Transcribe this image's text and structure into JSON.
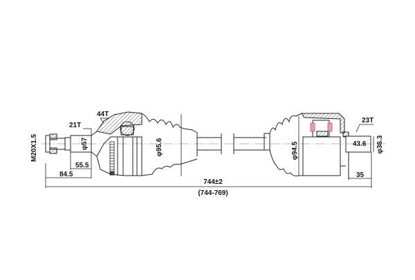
{
  "drawing": {
    "subject": "CV drive shaft (axle) assembly",
    "colors": {
      "line": "#222222",
      "hatch": "#555555",
      "centerline": "#777777",
      "seal_highlight": "#e8a0a8",
      "background": "#ffffff"
    },
    "labels": {
      "thread": "M20X1.5",
      "outer_spline_teeth": "21T",
      "abs_ring_teeth": "44T",
      "outer_dia": "φ57",
      "outer_boot_dia": "φ95.6",
      "inner_boot_dia": "φ94.5",
      "inner_spline_teeth": "23T",
      "inner_spline_len": "43.6",
      "inner_stub_dia": "φ36.3",
      "stub_len_short": "55.5",
      "stub_len_long": "84.5",
      "inner_stub_len": "35",
      "overall_length": "744±2",
      "length_range": "(744-769)"
    }
  }
}
